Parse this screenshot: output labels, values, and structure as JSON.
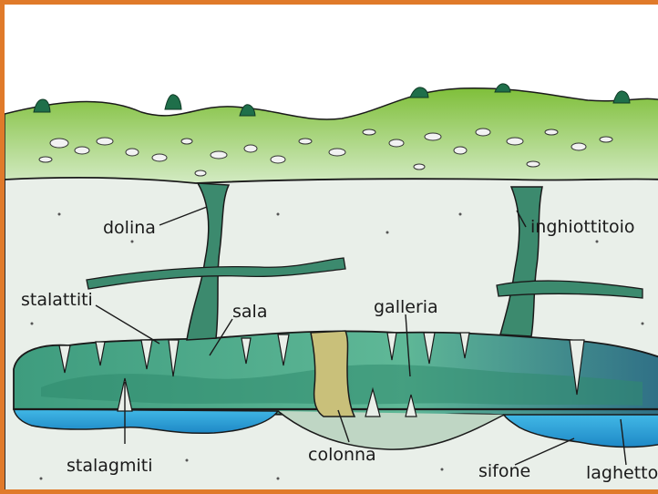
{
  "labels": {
    "dolina": "dolina",
    "inghiottitoio": "inghiottitoio",
    "stalattiti": "stalattiti",
    "sala": "sala",
    "galleria": "galleria",
    "stalagmiti": "stalagmiti",
    "colonna": "colonna",
    "sifone": "sifone",
    "laghetto": "laghetto"
  },
  "colors": {
    "frame": "#e07a2a",
    "hills": "#8cc63f",
    "rock": "#e9efe9",
    "cave": "#4fae8c",
    "cave_dark": "#2f7f68",
    "water": "#29a9df",
    "column": "#c9c07a"
  }
}
